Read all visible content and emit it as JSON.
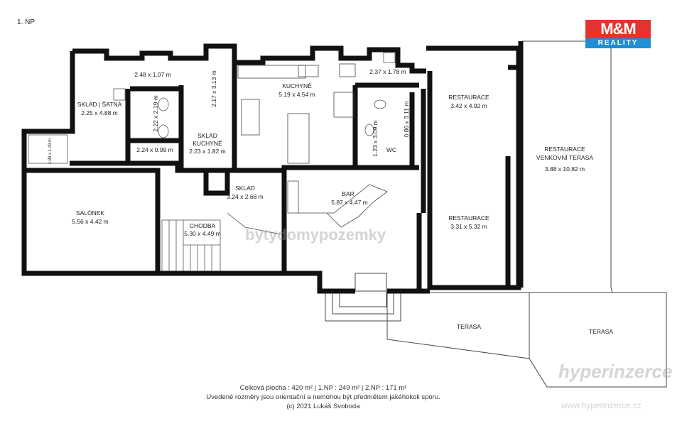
{
  "floor_label": "1. NP",
  "logo": {
    "top": "M&M",
    "bottom": "REALITY",
    "colors": {
      "red": "#e3342f",
      "blue": "#1f8fd6"
    }
  },
  "rooms": {
    "sklad_satna": {
      "name": "SKLAD | ŠATNA",
      "dim": "2.25 x 4.88 m"
    },
    "hall_top": {
      "dim": "2.48 x 1.07 m"
    },
    "corr_vertical": {
      "dim": "2.17 x 3.13 m"
    },
    "wc_a": {
      "dim": "2.22 x 2.19 m"
    },
    "wc_b": {
      "dim": "2.24 x 0.99 m"
    },
    "small_left": {
      "dim": "1.89 x 1.43 m"
    },
    "sklad_kuchyne": {
      "name1": "SKLAD",
      "name2": "KUCHYNĚ",
      "dim": "2.23 x 1.82 m"
    },
    "kuchyne": {
      "name": "KUCHYNĚ",
      "dim": "5.19 x 4.54 m"
    },
    "top_right_small": {
      "dim": "2.37 x 1.78 m"
    },
    "wc_c": {
      "dim": "1.23 x 3.09 m"
    },
    "wc_d": {
      "dim": "0.86 x 3.11 m"
    },
    "wc": {
      "name": "WC"
    },
    "restaurace_1": {
      "name": "RESTAURACE",
      "dim": "3.42 x 4.92 m"
    },
    "restaurace_2": {
      "name": "RESTAURACE",
      "dim": "3.31 x 5.32 m"
    },
    "terasa_venkovni": {
      "name1": "RESTAURACE",
      "name2": "VENKOVNÍ TERASA",
      "dim": "3.88 x 10.82 m"
    },
    "salonek": {
      "name": "SALÓNEK",
      "dim": "5.56 x 4.42 m"
    },
    "sklad": {
      "name": "SKLAD",
      "dim": "3.24 x 2.68 m"
    },
    "chodba": {
      "name": "CHODBA",
      "dim": "5.30 x 4.49 m"
    },
    "bar": {
      "name": "BAR",
      "dim": "5.87 x 4.47 m"
    },
    "terasa_1": {
      "name": "TERASA"
    },
    "terasa_2": {
      "name": "TERASA"
    }
  },
  "footer": {
    "line1": "Celková plocha : 420 m² | 1.NP : 249 m² | 2.NP : 171 m²",
    "line2": "Uvedené rozměry jsou orientační a nemohou být předmětem jakéhokoli sporu.",
    "line3": "(c) 2021 Lukáš Svoboda"
  },
  "watermarks": {
    "center": "bytydomypozemky",
    "brand": "hyperinzerce",
    "url": "www.hyperinzerce.cz"
  }
}
